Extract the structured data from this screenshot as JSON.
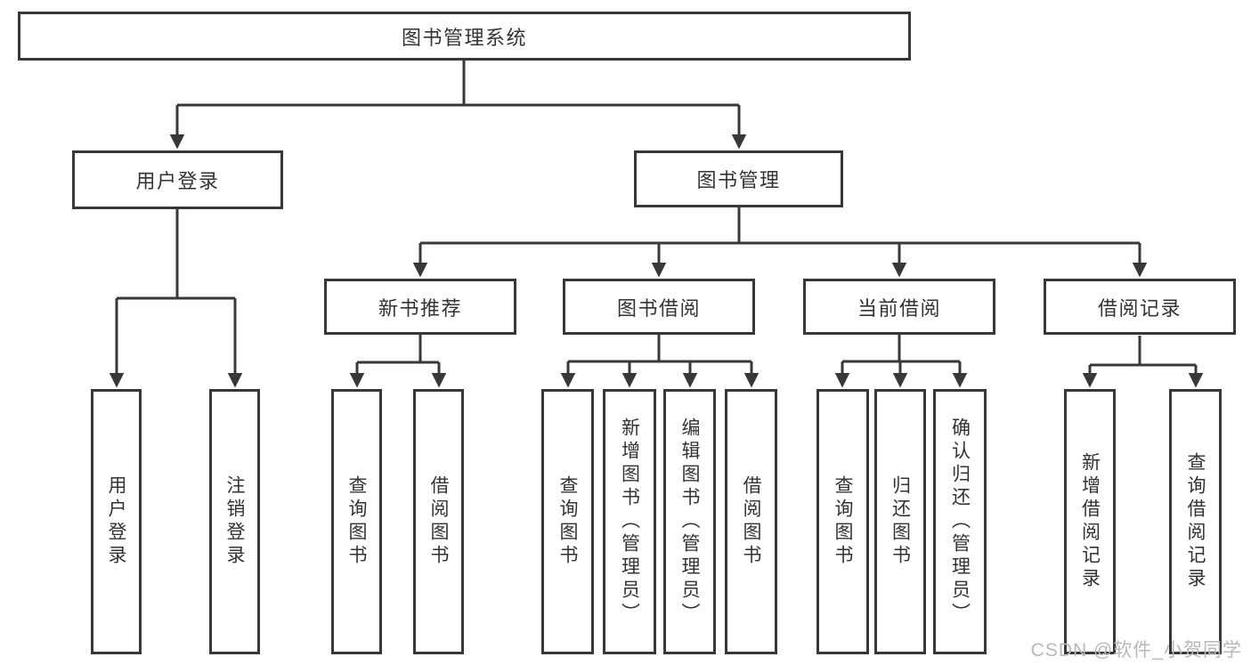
{
  "diagram": {
    "root": {
      "label": "图书管理系统"
    },
    "level2": [
      {
        "label": "用户登录"
      },
      {
        "label": "图书管理"
      }
    ],
    "level3": [
      {
        "label": "新书推荐"
      },
      {
        "label": "图书借阅"
      },
      {
        "label": "当前借阅"
      },
      {
        "label": "借阅记录"
      }
    ],
    "leaf_groups": [
      {
        "parent": "用户登录",
        "children": [
          {
            "label": "用户登录"
          },
          {
            "label": "注销登录"
          }
        ]
      },
      {
        "parent": "新书推荐",
        "children": [
          {
            "label": "查询图书"
          },
          {
            "label": "借阅图书"
          }
        ]
      },
      {
        "parent": "图书借阅",
        "children": [
          {
            "label": "查询图书"
          },
          {
            "label": "新增图书（管理员）"
          },
          {
            "label": "编辑图书（管理员）"
          },
          {
            "label": "借阅图书"
          }
        ]
      },
      {
        "parent": "当前借阅",
        "children": [
          {
            "label": "查询图书"
          },
          {
            "label": "归还图书"
          },
          {
            "label": "确认归还（管理员）"
          }
        ]
      },
      {
        "parent": "借阅记录",
        "children": [
          {
            "label": "新增借阅记录"
          },
          {
            "label": "查询借阅记录"
          }
        ]
      }
    ]
  },
  "watermark": {
    "text": "CSDN @软件_小贺同学"
  },
  "colors": {
    "line": "#383838",
    "text": "#333333",
    "watermark": "#b8b8b8",
    "box_bg": "#ffffff"
  }
}
